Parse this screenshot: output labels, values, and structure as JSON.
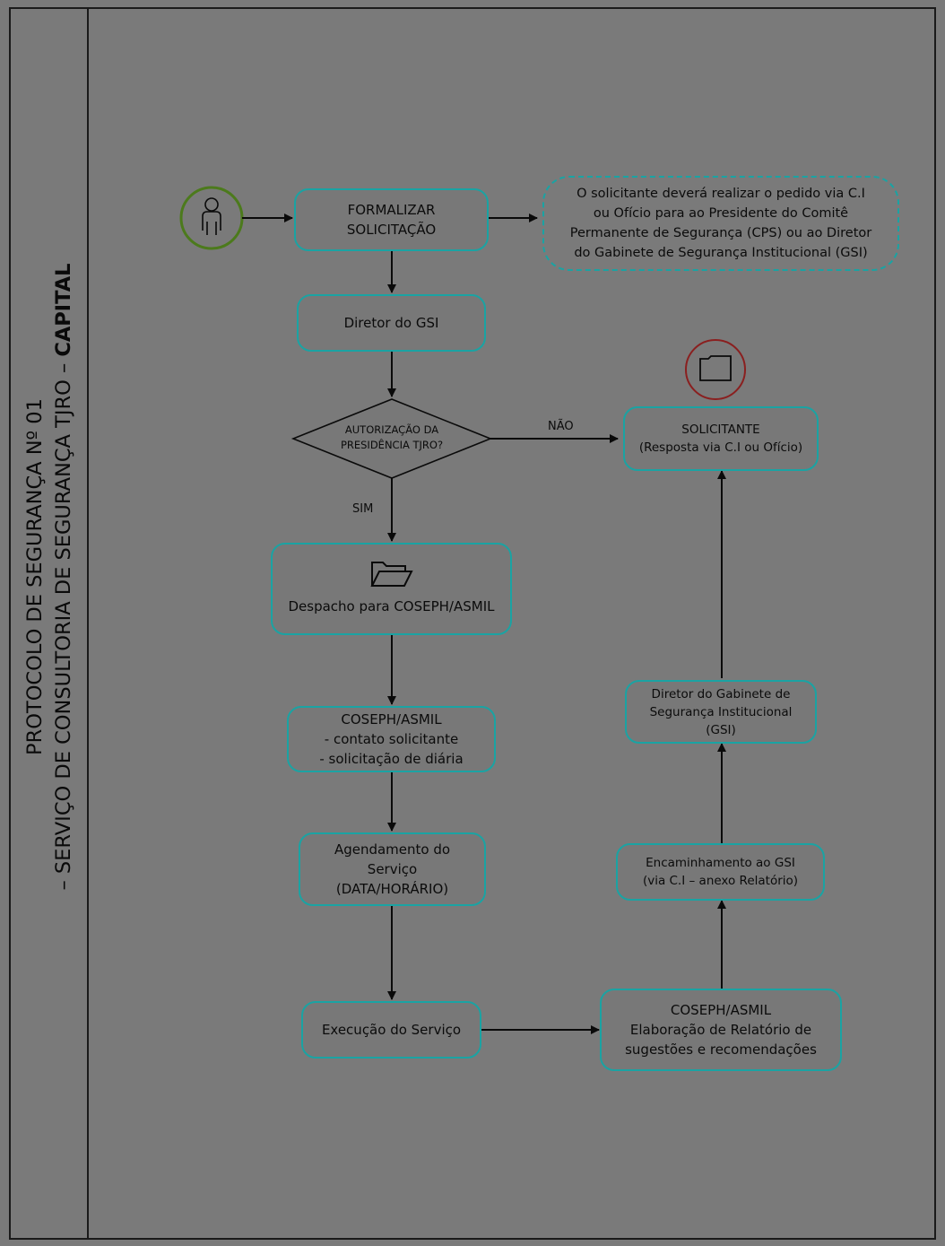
{
  "title": {
    "line1": "PROTOCOLO DE SEGURANÇA Nº 01",
    "line2_prefix": "– SERVIÇO DE CONSULTORIA DE SEGURANÇA TJRO – ",
    "line2_bold": "CAPITAL"
  },
  "icons": {
    "start": "person-icon",
    "end": "folder-icon",
    "despacho": "open-folder-icon"
  },
  "nodes": {
    "formalizar": [
      "FORMALIZAR",
      "SOLICITAÇÃO"
    ],
    "note": [
      "O solicitante deverá realizar o pedido via C.I",
      "ou Ofício para ao Presidente do Comitê",
      "Permanente de Segurança (CPS) ou ao Diretor",
      "do Gabinete de Segurança Institucional (GSI)"
    ],
    "diretor_gsi": [
      "Diretor do GSI"
    ],
    "decision": [
      "AUTORIZAÇÃO DA",
      "PRESIDÊNCIA TJRO?"
    ],
    "solicitante": [
      "SOLICITANTE",
      "(Resposta via C.I ou Ofício)"
    ],
    "despacho": [
      "Despacho para COSEPH/ASMIL"
    ],
    "coseph_contato": [
      "COSEPH/ASMIL",
      "- contato solicitante",
      "- solicitação de diária"
    ],
    "agendamento": [
      "Agendamento do",
      "Serviço",
      "(DATA/HORÁRIO)"
    ],
    "execucao": [
      "Execução do Serviço"
    ],
    "diretor_gabinete": [
      "Diretor do Gabinete de",
      "Segurança Institucional",
      "(GSI)"
    ],
    "encaminhamento": [
      "Encaminhamento ao GSI",
      "(via C.I – anexo Relatório)"
    ],
    "coseph_relatorio": [
      "COSEPH/ASMIL",
      "Elaboração de Relatório de",
      "sugestões e recomendações"
    ]
  },
  "edge_labels": {
    "nao": "NÃO",
    "sim": "SIM"
  },
  "colors": {
    "background": "#7a7a7a",
    "box_border": "#1aa3a3",
    "start_circle": "#4c7a1c",
    "end_circle": "#8a1f1f",
    "line": "#0a0a0a"
  }
}
